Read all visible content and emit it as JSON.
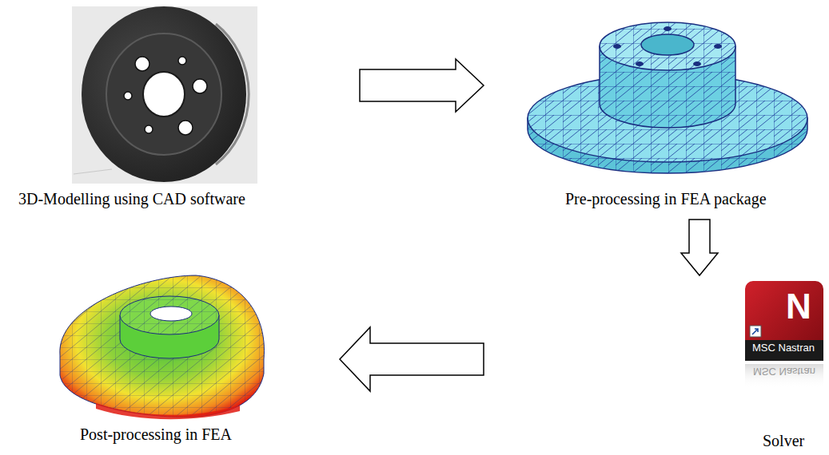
{
  "diagram": {
    "nodes": [
      {
        "text": [
          "3D-Modelling using CAD software"
        ]
      },
      {
        "text": [
          "Pre-processing in FEA package"
        ]
      },
      {
        "text": [
          "N",
          "MSC Nastran",
          "Solver"
        ]
      },
      {
        "text": [
          "Post-processing in FEA"
        ]
      }
    ],
    "edges": [
      {
        "from": 0,
        "to": 1,
        "arrow": "to"
      },
      {
        "from": 1,
        "to": 2,
        "arrow": "to"
      },
      {
        "from": 2,
        "to": 3,
        "arrow": "to"
      }
    ],
    "labels": [
      "MSC Nastran"
    ]
  }
}
